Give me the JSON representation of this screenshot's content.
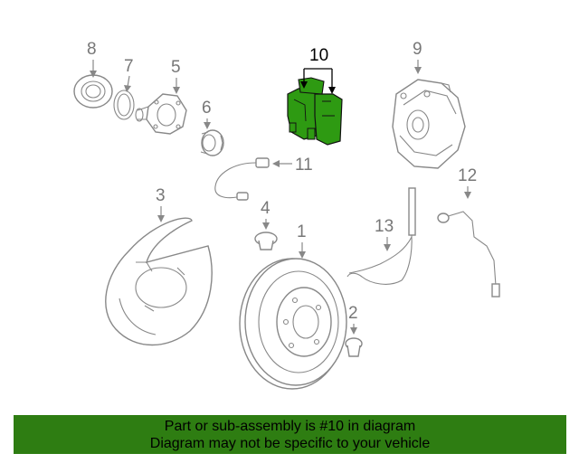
{
  "labels": {
    "p1": "1",
    "p2": "2",
    "p3": "3",
    "p4": "4",
    "p5": "5",
    "p6": "6",
    "p7": "7",
    "p8": "8",
    "p9": "9",
    "p10": "10",
    "p11": "11",
    "p12": "12",
    "p13": "13"
  },
  "highlight": {
    "part": "10",
    "color": "#2e9a12"
  },
  "banner": {
    "line1": "Part or sub-assembly is #10 in diagram",
    "line2": "Diagram may not be specific to your vehicle",
    "color": "#2e7d12"
  }
}
